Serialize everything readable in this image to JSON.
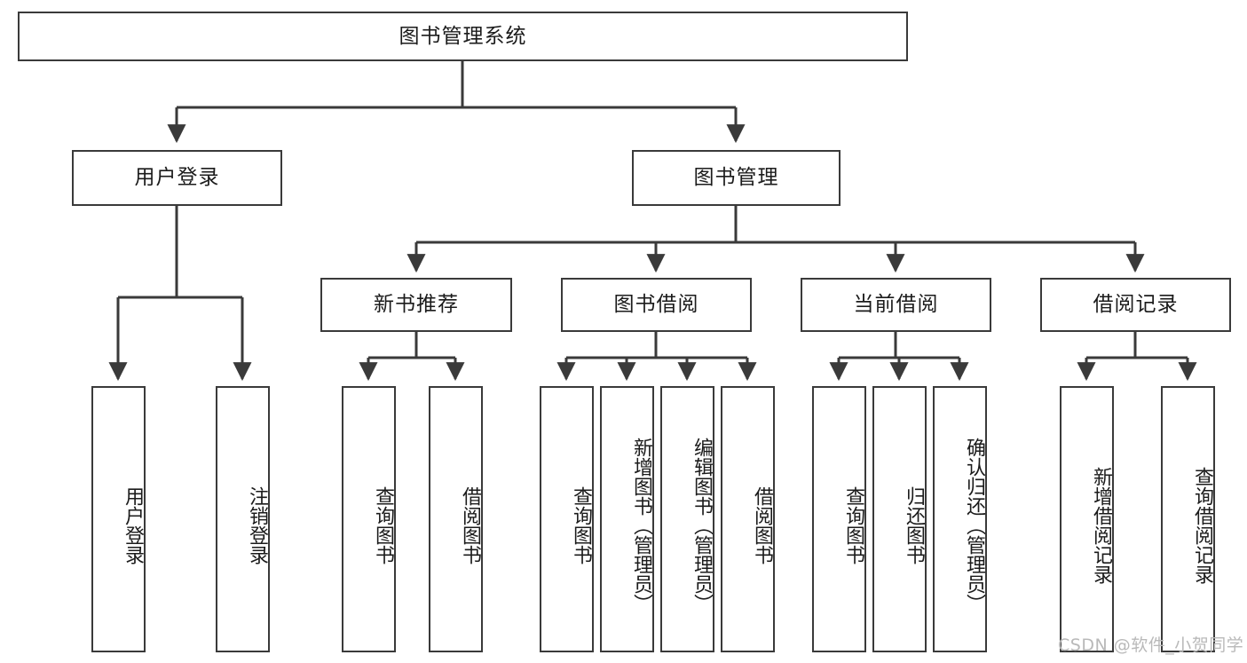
{
  "diagram": {
    "type": "tree-hierarchy-chart",
    "title_node": {
      "label": "图书管理系统"
    },
    "level2": [
      {
        "label": "用户登录"
      },
      {
        "label": "图书管理"
      }
    ],
    "level3": [
      {
        "label": "新书推荐"
      },
      {
        "label": "图书借阅"
      },
      {
        "label": "当前借阅"
      },
      {
        "label": "借阅记录"
      }
    ],
    "leaves": {
      "user_login": [
        {
          "label": "用户登录"
        },
        {
          "label": "注销登录"
        }
      ],
      "new_book_recommend": [
        {
          "label": "查询图书"
        },
        {
          "label": "借阅图书"
        }
      ],
      "book_borrow": [
        {
          "label": "查询图书"
        },
        {
          "label": "新增图书（管理员）"
        },
        {
          "label": "编辑图书（管理员）"
        },
        {
          "label": "借阅图书"
        }
      ],
      "current_borrow": [
        {
          "label": "查询图书"
        },
        {
          "label": "归还图书"
        },
        {
          "label": "确认归还（管理员）"
        }
      ],
      "borrow_record": [
        {
          "label": "新增借阅记录"
        },
        {
          "label": "查询借阅记录"
        }
      ]
    }
  },
  "watermark": {
    "text": "CSDN @软件_小贺同学"
  },
  "colors": {
    "stroke": "#3a3a3a",
    "background": "#ffffff",
    "text": "#1b1b1b",
    "watermark": "#b9b9b9"
  }
}
